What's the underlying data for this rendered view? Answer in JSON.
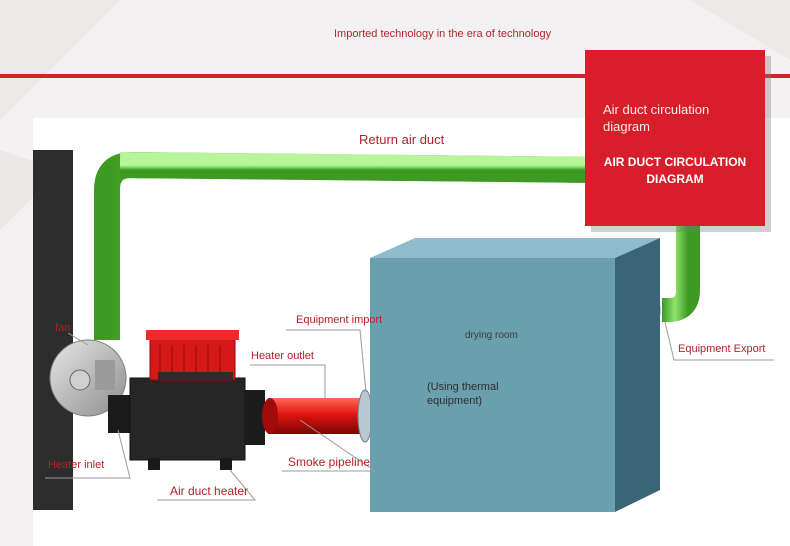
{
  "header": {
    "tagline": "Imported technology in the era of technology"
  },
  "card": {
    "subtitle": "Air duct circulation diagram",
    "title": "AIR DUCT CIRCULATION DIAGRAM"
  },
  "labels": {
    "return_air_duct": "Return air duct",
    "fan": "fan",
    "equipment_import": "Equipment import",
    "heater_outlet": "Heater outlet",
    "equipment_export": "Equipment Export",
    "heater_inlet": "Heater inlet",
    "air_duct_heater": "Air duct heater",
    "smoke_pipeline": "Smoke pipeline",
    "drying_room": "drying room",
    "using_thermal": "(Using thermal equipment)"
  },
  "colors": {
    "accent_red": "#d91e2b",
    "duct_green": "#7ed957",
    "room_blue": "#6a9fae",
    "heater_black": "#262626"
  }
}
